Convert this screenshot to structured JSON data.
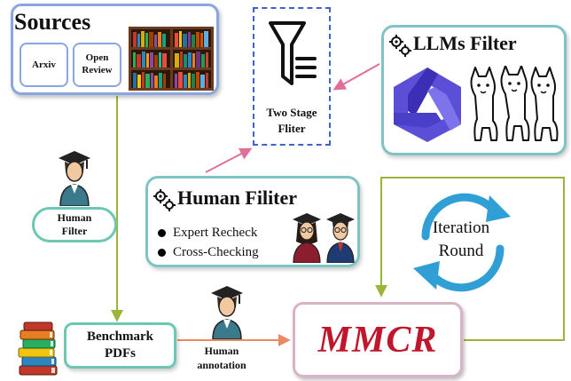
{
  "sources": {
    "title": "Sources",
    "items": [
      "Arxiv",
      "Open Review"
    ],
    "icons": [
      "bookshelf-icon"
    ]
  },
  "two_stage": {
    "label_line1": "Two Stage",
    "label_line2": "Fliter",
    "icon": "funnel-filter-icon"
  },
  "llms": {
    "title": "LLMs Filter",
    "icons": [
      "gear-icon",
      "qwen-logo-icon",
      "llama-trio-icon"
    ]
  },
  "human_filter_box": {
    "title": "Human Filiter",
    "bullets": [
      "Expert Recheck",
      "Cross-Checking"
    ],
    "icons": [
      "gear-icon",
      "expert-avatars-icon"
    ]
  },
  "human_filter_pill": {
    "line1": "Human",
    "line2": "Filter",
    "icon": "graduate-avatar-icon"
  },
  "benchmark": {
    "line1": "Benchmark",
    "line2": "PDFs",
    "icon": "book-stack-icon"
  },
  "annotation": {
    "line1": "Human",
    "line2": "annotation",
    "icon": "graduate-avatar-icon"
  },
  "mmcr": {
    "title": "MMCR",
    "color": "#c0172c"
  },
  "iteration": {
    "line1": "Iteration",
    "line2": "Round",
    "icon": "cycle-arrows-icon"
  },
  "colors": {
    "box_blue": "#8aa6e0",
    "box_teal": "#7fc4c4",
    "arrow_olive": "#9bb53a",
    "arrow_pink": "#e0709a",
    "arrow_orange": "#e98a62",
    "cycle_blue": "#2f9fd6"
  }
}
